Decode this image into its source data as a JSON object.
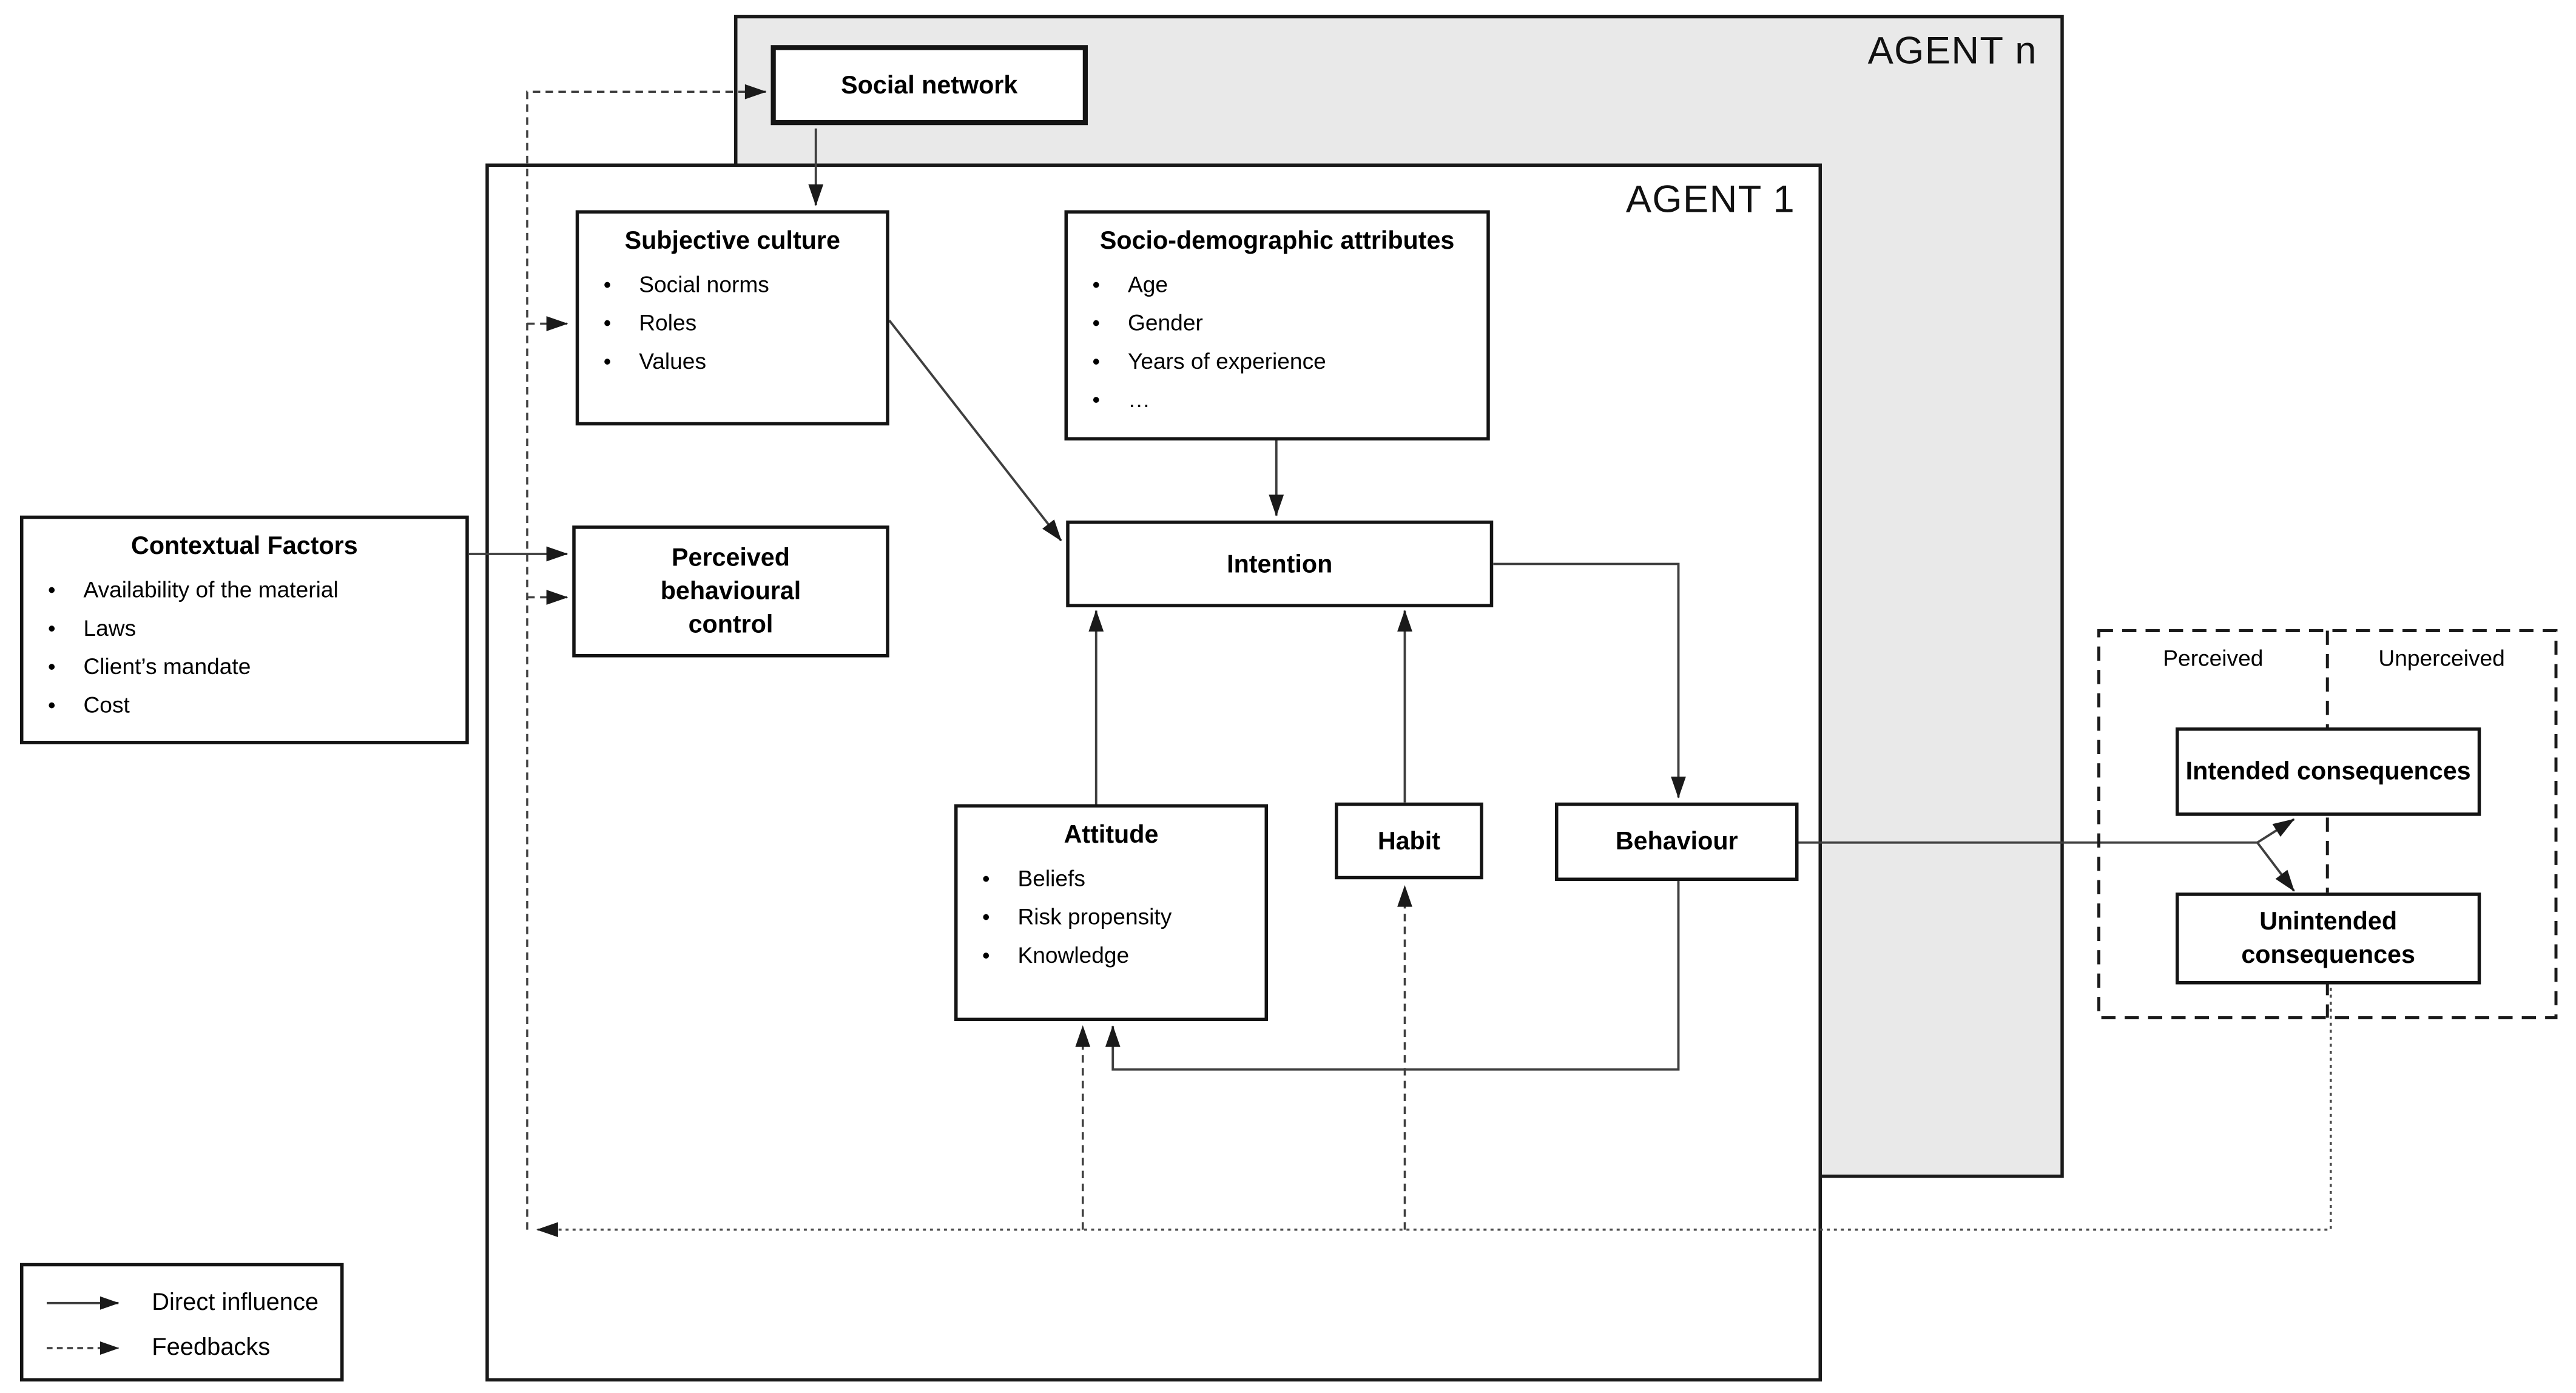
{
  "diagram": {
    "agents": {
      "agent_n": "AGENT n",
      "agent_1": "AGENT 1"
    },
    "nodes": {
      "social_network": {
        "title": "Social network"
      },
      "subjective_culture": {
        "title": "Subjective culture",
        "items": [
          "Social norms",
          "Roles",
          "Values"
        ]
      },
      "socio_demographic": {
        "title": "Socio-demographic attributes",
        "items": [
          "Age",
          "Gender",
          "Years of experience",
          "…"
        ]
      },
      "contextual_factors": {
        "title": "Contextual Factors",
        "items": [
          "Availability of the material",
          "Laws",
          "Client’s mandate",
          "Cost"
        ]
      },
      "perceived_behavioural_control": {
        "title": "Perceived behavioural control"
      },
      "intention": {
        "title": "Intention"
      },
      "attitude": {
        "title": "Attitude",
        "items": [
          "Beliefs",
          "Risk propensity",
          "Knowledge"
        ]
      },
      "habit": {
        "title": "Habit"
      },
      "behaviour": {
        "title": "Behaviour"
      },
      "intended_consequences": {
        "title": "Intended consequences"
      },
      "unintended_consequences": {
        "title": "Unintended consequences"
      }
    },
    "region_labels": {
      "perceived": "Perceived",
      "unperceived": "Unperceived"
    },
    "legend": {
      "direct": "Direct influence",
      "feedback": "Feedbacks"
    },
    "colors": {
      "agent_fill": "#e9e9e9",
      "box_border": "#141414",
      "line": "#3f3f3f"
    }
  }
}
